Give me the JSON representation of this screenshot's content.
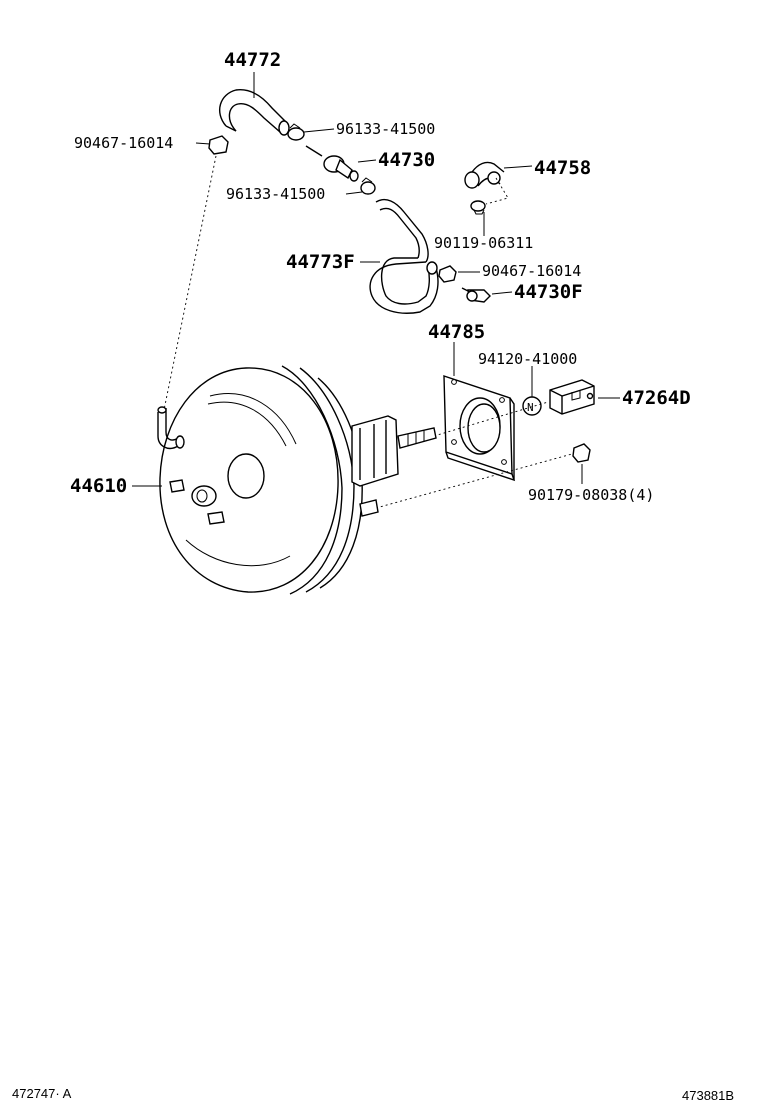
{
  "labels": {
    "hose_44772": "44772",
    "clip_90467_top": "90467-16014",
    "clamp_96133_top": "96133-41500",
    "valve_44730": "44730",
    "clamp_96133_mid": "96133-41500",
    "hose_44758": "44758",
    "bolt_90119": "90119-06311",
    "hose_44773F": "44773F",
    "clip_90467_right": "90467-16014",
    "valve_44730F": "44730F",
    "gasket_44785": "44785",
    "nut_94120": "94120-41000",
    "clevis_47264D": "47264D",
    "booster_44610": "44610",
    "nut_90179": "90179-08038(4)"
  },
  "nut_badge_letter": "N",
  "footer": {
    "left_code": "472747· A",
    "right_code": "473881B"
  }
}
